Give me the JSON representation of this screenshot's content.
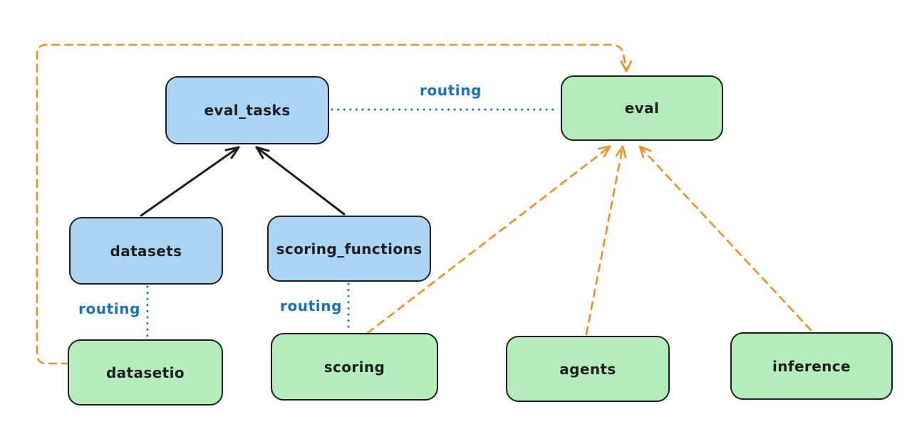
{
  "diagram": {
    "title": "",
    "nodes": [
      {
        "id": "eval_tasks",
        "label": "eval_tasks",
        "kind": "resource",
        "fill": "#abd4f5"
      },
      {
        "id": "eval",
        "label": "eval",
        "kind": "api",
        "fill": "#b5ecbc"
      },
      {
        "id": "datasets",
        "label": "datasets",
        "kind": "resource",
        "fill": "#abd4f5"
      },
      {
        "id": "scoring_functions",
        "label": "scoring_functions",
        "kind": "resource",
        "fill": "#abd4f5"
      },
      {
        "id": "datasetio",
        "label": "datasetio",
        "kind": "api",
        "fill": "#b5ecbc"
      },
      {
        "id": "scoring",
        "label": "scoring",
        "kind": "api",
        "fill": "#b5ecbc"
      },
      {
        "id": "agents",
        "label": "agents",
        "kind": "api",
        "fill": "#b5ecbc"
      },
      {
        "id": "inference",
        "label": "inference",
        "kind": "api",
        "fill": "#b5ecbc"
      }
    ],
    "edges": [
      {
        "from": "datasets",
        "to": "eval_tasks",
        "style": "solid",
        "arrow": true,
        "color": "#1e1e1e",
        "label": ""
      },
      {
        "from": "scoring_functions",
        "to": "eval_tasks",
        "style": "solid",
        "arrow": true,
        "color": "#1e1e1e",
        "label": ""
      },
      {
        "from": "eval_tasks",
        "to": "eval",
        "style": "dotted",
        "arrow": false,
        "color": "#1971c2",
        "label": "routing"
      },
      {
        "from": "datasets",
        "to": "datasetio",
        "style": "dotted",
        "arrow": false,
        "color": "#1971c2",
        "label": "routing"
      },
      {
        "from": "scoring_functions",
        "to": "scoring",
        "style": "dotted",
        "arrow": false,
        "color": "#1971c2",
        "label": "routing"
      },
      {
        "from": "datasetio",
        "to": "eval",
        "style": "dashed",
        "arrow": true,
        "color": "#ef9020",
        "label": ""
      },
      {
        "from": "scoring",
        "to": "eval",
        "style": "dashed",
        "arrow": true,
        "color": "#ef9020",
        "label": ""
      },
      {
        "from": "agents",
        "to": "eval",
        "style": "dashed",
        "arrow": true,
        "color": "#ef9020",
        "label": ""
      },
      {
        "from": "inference",
        "to": "eval",
        "style": "dashed",
        "arrow": true,
        "color": "#ef9020",
        "label": ""
      }
    ],
    "edge_labels": [
      {
        "id": "routing-top",
        "label": "routing"
      },
      {
        "id": "routing-left",
        "label": "routing"
      },
      {
        "id": "routing-mid",
        "label": "routing"
      }
    ],
    "colors": {
      "resource_fill": "#abd4f5",
      "api_fill": "#b5ecbc",
      "node_stroke": "#1e1e1e",
      "routing_edge": "#1971c2",
      "provider_edge": "#ef9020",
      "background": "#ffffff"
    }
  }
}
